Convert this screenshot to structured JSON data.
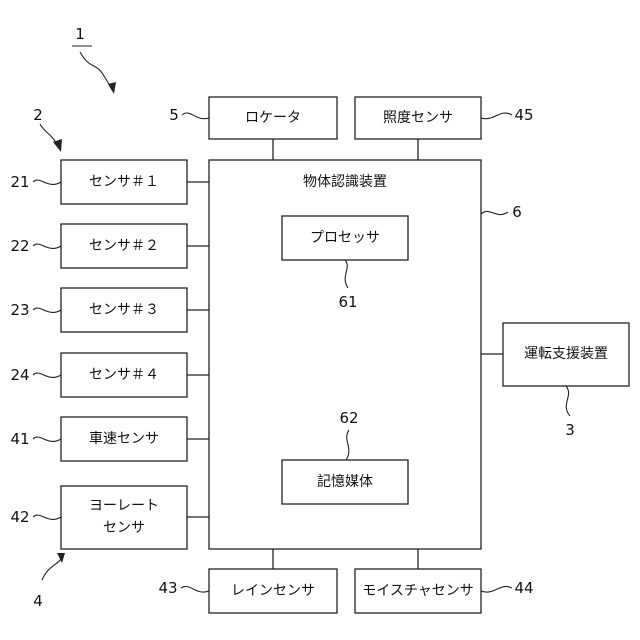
{
  "device_number": "1",
  "object_recognition_device": {
    "title": "物体認識装置",
    "ref": "6",
    "processor": {
      "label": "プロセッサ",
      "ref": "61"
    },
    "storage": {
      "label": "記憶媒体",
      "ref": "62"
    }
  },
  "locator": {
    "label": "ロケータ",
    "ref": "5"
  },
  "illuminance_sensor": {
    "label": "照度センサ",
    "ref": "45"
  },
  "sensor_group": {
    "ref": "2",
    "sensors": [
      {
        "label": "センサ＃１",
        "ref": "21"
      },
      {
        "label": "センサ＃２",
        "ref": "22"
      },
      {
        "label": "センサ＃３",
        "ref": "23"
      },
      {
        "label": "センサ＃４",
        "ref": "24"
      }
    ]
  },
  "vehicle_state_group": {
    "ref": "4",
    "vehicle_speed_sensor": {
      "label": "車速センサ",
      "ref": "41"
    },
    "yaw_rate_sensor": {
      "label_line1": "ヨーレート",
      "label_line2": "センサ",
      "ref": "42"
    },
    "rain_sensor": {
      "label": "レインセンサ",
      "ref": "43"
    },
    "moisture_sensor": {
      "label": "モイスチャセンサ",
      "ref": "44"
    }
  },
  "driving_assist_device": {
    "label": "運転支援装置",
    "ref": "3"
  }
}
